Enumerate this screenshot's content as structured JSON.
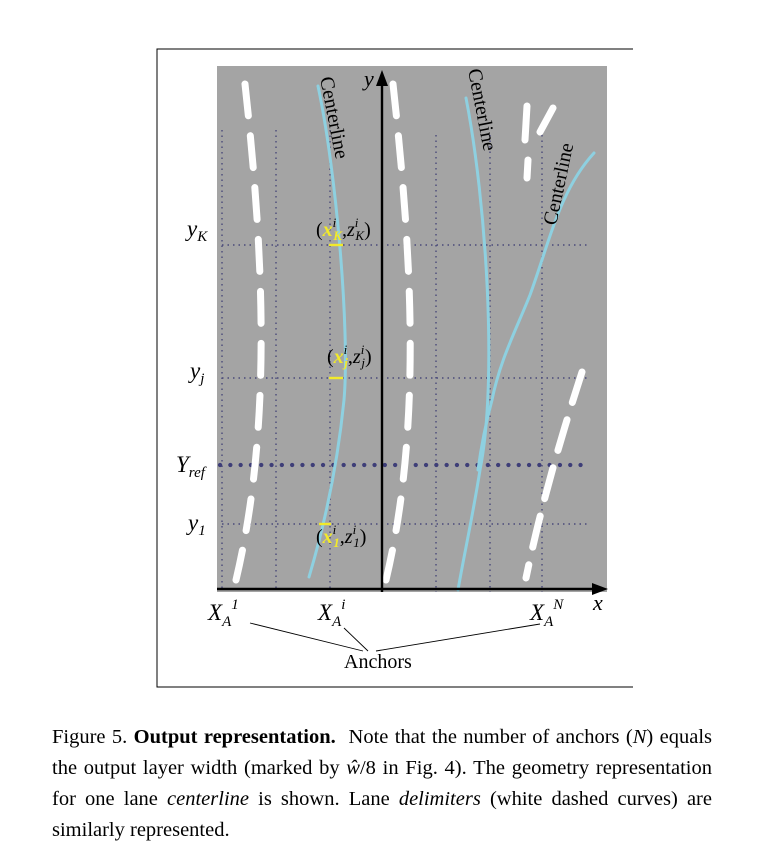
{
  "figure": {
    "centerline_labels": [
      "Centerline",
      "Centerline",
      "Centerline"
    ],
    "axis_x": "x",
    "axis_y": "y",
    "y_labels": {
      "yK": {
        "base": "y",
        "sub": "K"
      },
      "yj": {
        "base": "y",
        "sub": "j"
      },
      "yref": {
        "base": "Y",
        "sub": "ref"
      },
      "y1": {
        "base": "y",
        "sub": "1"
      }
    },
    "points": {
      "K": {
        "open": "(",
        "x": "x",
        "sup": "i",
        "sub_x": "K",
        "comma": ",",
        "z": "z",
        "sub_z": "K",
        "close": ")"
      },
      "j": {
        "open": "(",
        "x": "x",
        "sup": "i",
        "sub_x": "j",
        "comma": ",",
        "z": "z",
        "sub_z": "j",
        "close": ")"
      },
      "1": {
        "open": "(",
        "x": "x",
        "sup": "i",
        "sub_x": "1",
        "comma": ",",
        "z": "z",
        "sub_z": "1",
        "close": ")"
      }
    },
    "anchors": {
      "a1": {
        "base": "X",
        "sub": "A",
        "sup": "1"
      },
      "ai": {
        "base": "X",
        "sub": "A",
        "sup": "i"
      },
      "aN": {
        "base": "X",
        "sub": "A",
        "sup": "N"
      },
      "label": "Anchors"
    },
    "colors": {
      "road": "#a4a4a4",
      "centerline": "#8ed0e0",
      "highlight": "#f2ea2a",
      "grid": "#4a4a7a"
    }
  },
  "caption": {
    "prefix": "Figure 5.",
    "bold": "Output representation.",
    "t1": "Note that the number of anchors (",
    "n": "N",
    "t2": ") equals the output layer width (marked by ",
    "w": "ŵ",
    "t3": "/8 in Fig. 4). The geometry representation for one lane ",
    "em1": "centerline",
    "t4": " is shown. Lane ",
    "em2": "delimiters",
    "t5": " (white dashed curves) are similarly represented."
  }
}
